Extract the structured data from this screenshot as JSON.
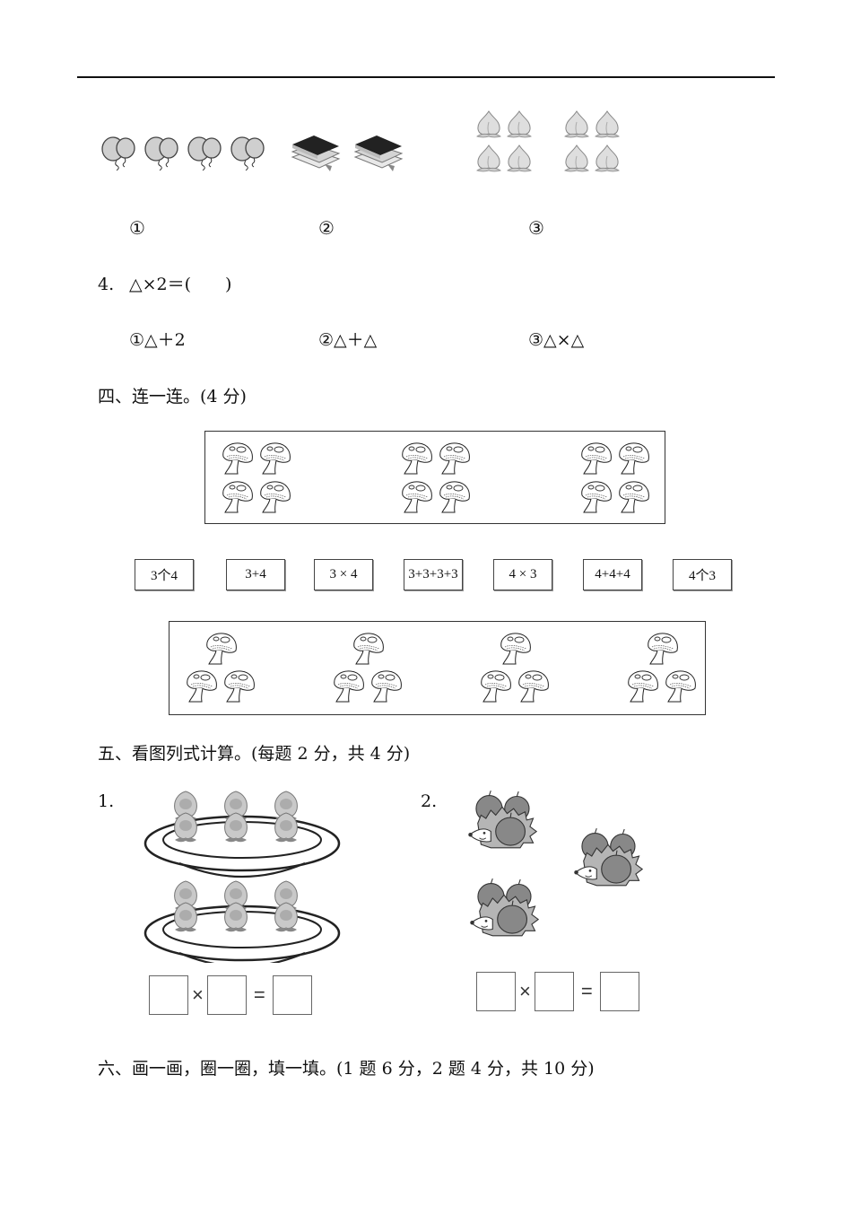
{
  "q3_pictures": {
    "options": [
      {
        "label": "①",
        "picture": "balloon-pairs",
        "groups": 4,
        "per_group": 2
      },
      {
        "label": "②",
        "picture": "book-stacks",
        "groups": 2
      },
      {
        "label": "③",
        "picture": "peach-groups",
        "groups": 2,
        "per_group": 4
      }
    ]
  },
  "q4": {
    "number": "4.",
    "prompt": "△×2＝(　　)",
    "options": [
      "①△＋2",
      "②△＋△",
      "③△×△"
    ]
  },
  "section4": {
    "title": "四、连一连。(4 分)",
    "top_box": {
      "picture": "mushroom",
      "groups": 3,
      "per_group": 4
    },
    "expressions": [
      "3个4",
      "3+4",
      "3 × 4",
      "3+3+3+3",
      "4 × 3",
      "4+4+4",
      "4个3"
    ],
    "bottom_box": {
      "picture": "mushroom",
      "groups": 4,
      "per_group": 3
    }
  },
  "section5": {
    "title": "五、看图列式计算。(每题 2 分，共 4 分)",
    "problems": [
      {
        "number": "1.",
        "picture": "peaches-on-plates",
        "plates": 2,
        "per_plate": 6,
        "times": "×",
        "equals": "="
      },
      {
        "number": "2.",
        "picture": "hedgehogs-with-apples",
        "hedgehogs": 3,
        "per_hedgehog": 3,
        "times": "×",
        "equals": "="
      }
    ]
  },
  "section6": {
    "title": "六、画一画，圈一圈，填一填。(1 题 6 分，2 题 4 分，共 10 分)"
  }
}
